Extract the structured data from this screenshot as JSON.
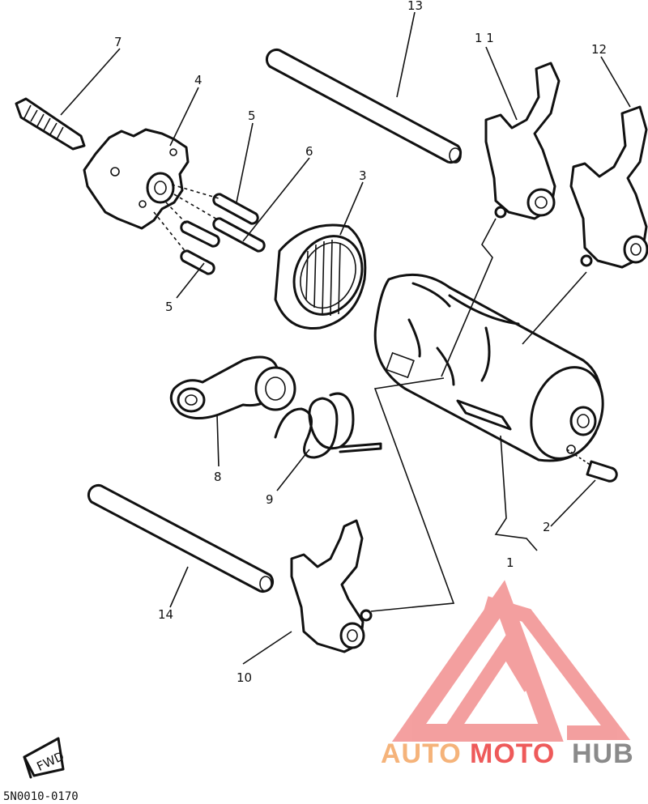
{
  "labels": {
    "p1": "1",
    "p2": "2",
    "p3": "3",
    "p4": "4",
    "p5a": "5",
    "p5b": "5",
    "p6": "6",
    "p7": "7",
    "p8": "8",
    "p9": "9",
    "p10": "10",
    "p11": "1 1",
    "p12": "12",
    "p13": "13",
    "p14": "14"
  },
  "diagram_code": "5N0010-0170",
  "fwd_mark": "FWD",
  "watermark": {
    "auto": "AUTO",
    "moto": "MOTO",
    "hub": "HUB",
    "color_auto": "#f5b37a",
    "color_moto": "#ee5a5a",
    "color_hub": "#8a8a8a",
    "logo_color": "#f08080"
  }
}
